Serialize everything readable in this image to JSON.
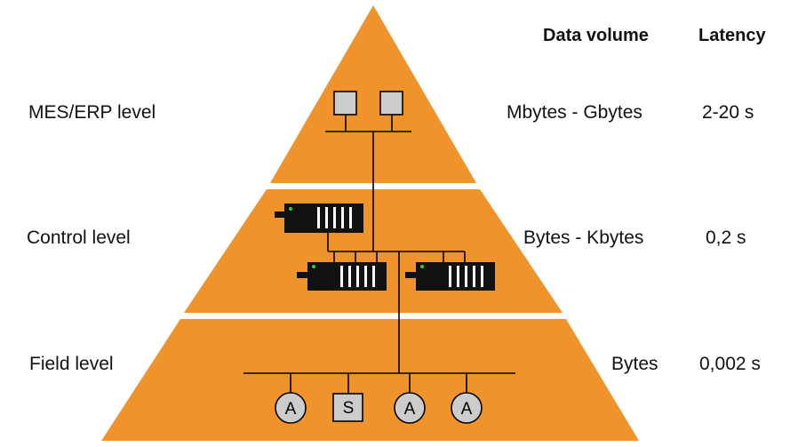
{
  "headers": {
    "data_volume": "Data volume",
    "latency": "Latency"
  },
  "levels": [
    {
      "name": "MES/ERP level",
      "data_volume": "Mbytes - Gbytes",
      "latency": "2-20 s"
    },
    {
      "name": "Control level",
      "data_volume": "Bytes - Kbytes",
      "latency": "0,2 s"
    },
    {
      "name": "Field level",
      "data_volume": "Bytes",
      "latency": "0,002 s"
    }
  ],
  "field_devices": [
    "A",
    "S",
    "A",
    "A"
  ],
  "colors": {
    "pyramid": "#F0932B",
    "separator": "#FFFFFF",
    "device_fill": "#CCCCCC",
    "controller_body": "#111111",
    "status_led": "#2ECC40",
    "line": "#000000"
  }
}
